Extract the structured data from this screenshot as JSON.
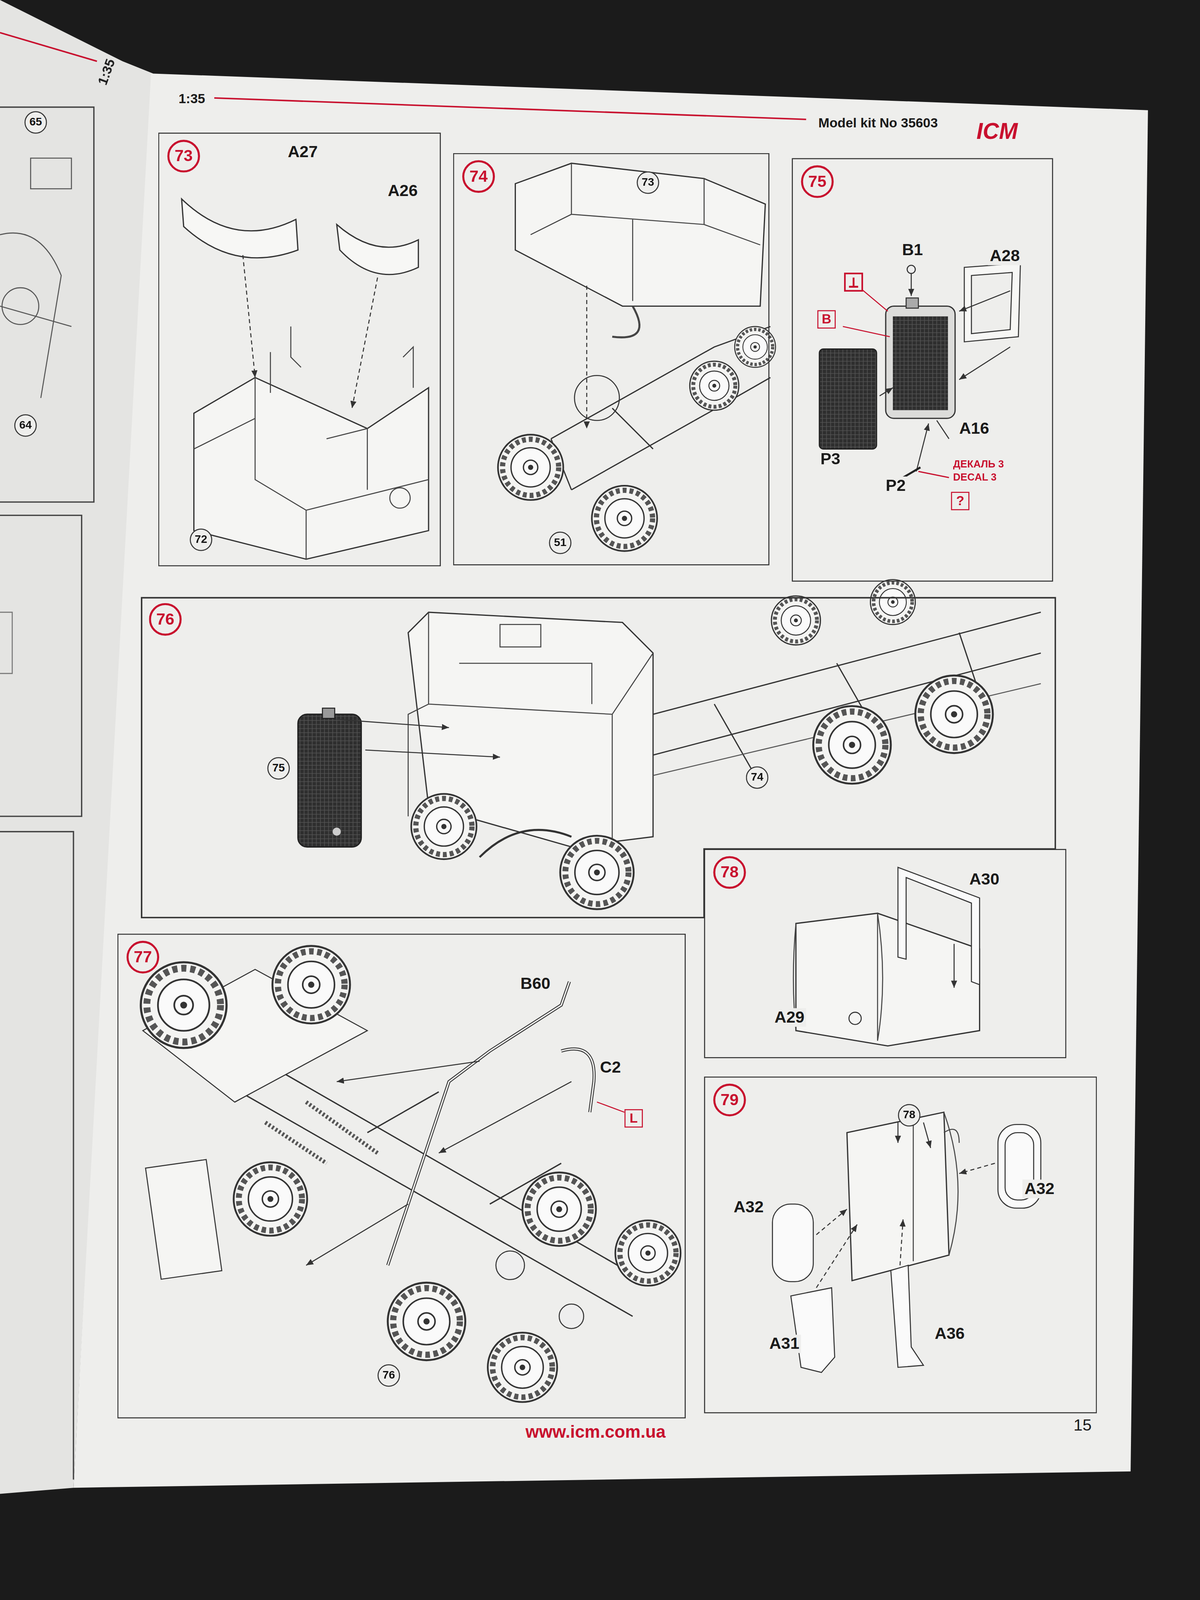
{
  "diagram": {
    "nodes": [
      {
        "text": [
          "65"
        ]
      },
      {
        "text": [
          "64"
        ]
      },
      {
        "text": [
          "73"
        ]
      },
      {
        "text": [
          "72"
        ],
        "in": 2
      },
      {
        "text": [
          "74"
        ]
      },
      {
        "text": [
          "73"
        ],
        "in": 4
      },
      {
        "text": [
          "51"
        ],
        "in": 4
      },
      {
        "text": [
          "75"
        ]
      },
      {
        "text": [
          "B"
        ],
        "in": 7
      },
      {
        "text": [
          "?"
        ],
        "in": 7
      },
      {
        "text": [
          "76"
        ]
      },
      {
        "text": [
          "75"
        ],
        "in": 10
      },
      {
        "text": [
          "74"
        ],
        "in": 10
      },
      {
        "text": [
          "77"
        ]
      },
      {
        "text": [
          "L"
        ],
        "in": 13
      },
      {
        "text": [
          "76"
        ],
        "in": 13
      },
      {
        "text": [
          "78"
        ]
      },
      {
        "text": [
          "79"
        ]
      },
      {
        "text": [
          "78"
        ],
        "in": 17
      }
    ],
    "labels": [
      "1:35",
      "1:35",
      "Model kit No 35603",
      "ICM",
      "A27",
      "A26",
      "B1",
      "A28",
      "A16",
      "P3",
      "P2",
      "ДЕКАЛЬ 3",
      "DECAL 3",
      "B60",
      "C2",
      "A30",
      "A29",
      "A32",
      "A32",
      "A31",
      "A36",
      "www.icm.com.ua",
      "15"
    ]
  }
}
